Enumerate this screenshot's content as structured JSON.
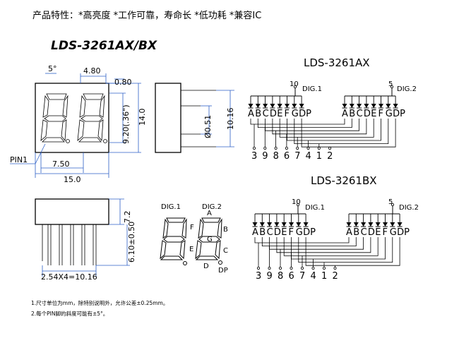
{
  "features": "产品特性：*高亮度 *工作可靠，寿命长 *低功耗 *兼容IC",
  "title": "LDS-3261AX/BX",
  "front": {
    "dim_5deg": "5°",
    "dim_480": "4.80",
    "dim_080": "0.80",
    "dim_920": "9.20(.36\")",
    "dim_140": "14.0",
    "dim_750": "7.50",
    "dim_150": "15.0",
    "pin1": "PIN1"
  },
  "side": {
    "dim_051": "Ø0.51",
    "dim_1016": "10.16"
  },
  "bottom": {
    "dim_72": "7.2",
    "dim_610": "6.10±0.50",
    "dim_pitch": "2.54X4=10.16"
  },
  "segment": {
    "dig1": "DIG.1",
    "dig2": "DIG.2",
    "labels": [
      "A",
      "F",
      "G",
      "B",
      "E",
      "C",
      "D",
      "DP"
    ]
  },
  "ax": {
    "model": "LDS-3261AX",
    "dig1_pin": "10",
    "dig1": "DIG.1",
    "dig2_pin": "5",
    "dig2": "DIG.2",
    "segments": [
      "A",
      "B",
      "C",
      "D",
      "E",
      "F",
      "G",
      "DP"
    ],
    "bottom_pins": [
      "3",
      "9",
      "8",
      "6",
      "7",
      "4",
      "1",
      "2"
    ]
  },
  "bx": {
    "model": "LDS-3261BX",
    "dig1_pin": "10",
    "dig1": "DIG.1",
    "dig2_pin": "5",
    "dig2": "DIG.2",
    "segments": [
      "A",
      "B",
      "C",
      "D",
      "E",
      "F",
      "G",
      "DP"
    ],
    "bottom_pins": [
      "3",
      "9",
      "8",
      "6",
      "7",
      "4",
      "1",
      "2"
    ]
  },
  "notes": [
    "1.尺寸单位为mm，除特别说明外，允许公差±0.25mm。",
    "2.每个PIN脚的斜度可能有±5°。"
  ]
}
